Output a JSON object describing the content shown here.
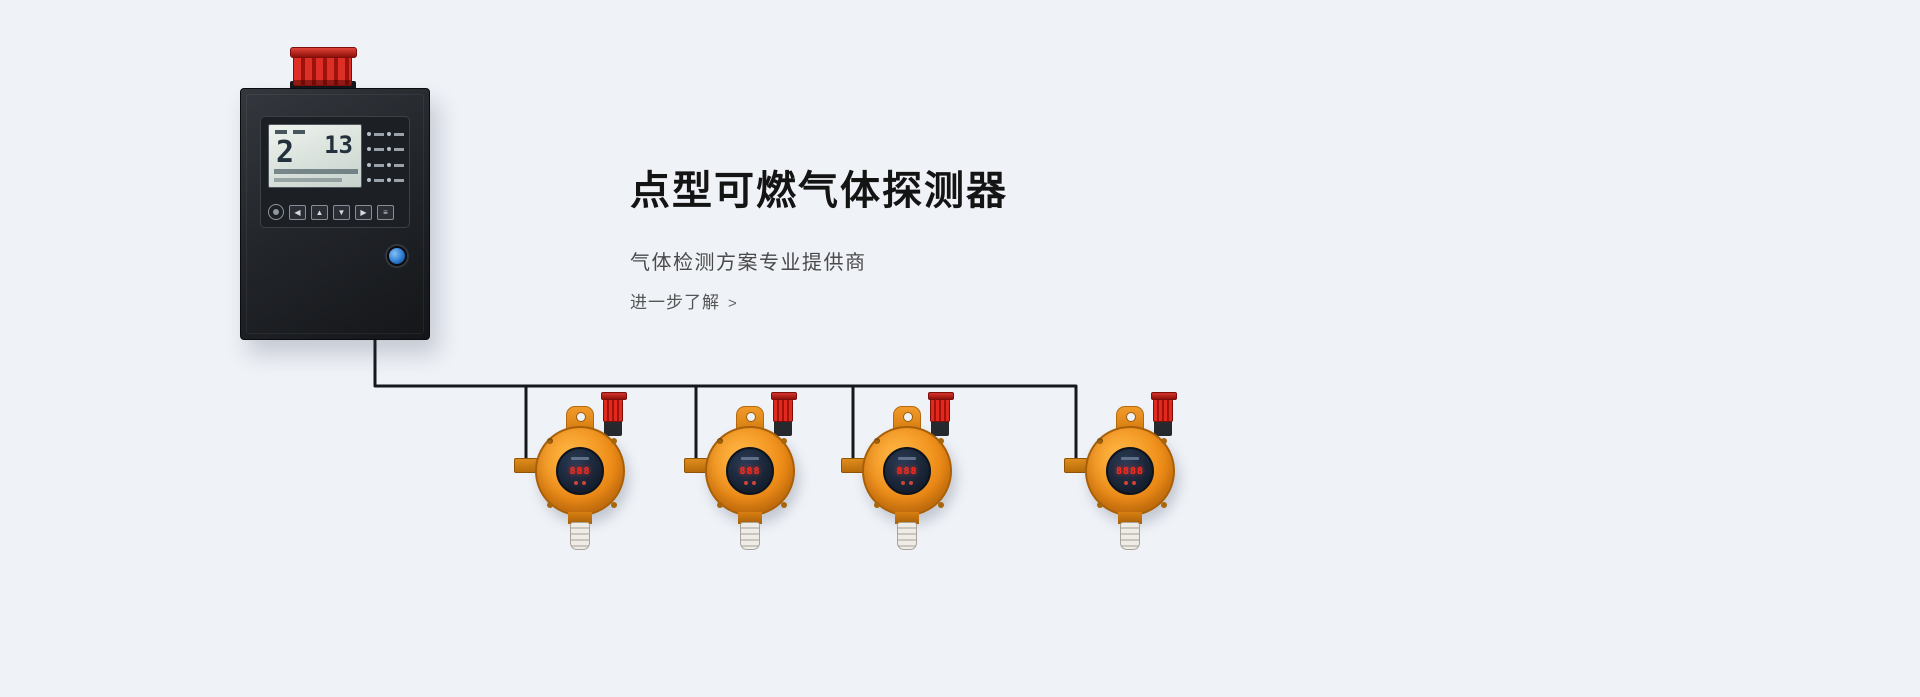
{
  "hero": {
    "title": "点型可燃气体探测器",
    "subtitle": "气体检测方案专业提供商",
    "link_label": "进一步了解",
    "link_chevron": ">"
  },
  "controller": {
    "label": "gas-alarm-control-cabinet",
    "lcd": {
      "zone_value": "2",
      "reading_value": "13"
    },
    "panel_buttons": [
      {
        "name": "prev",
        "glyph": "◀"
      },
      {
        "name": "up",
        "glyph": "▲"
      },
      {
        "name": "down",
        "glyph": "▼"
      },
      {
        "name": "next",
        "glyph": "▶"
      },
      {
        "name": "menu",
        "glyph": "≡"
      }
    ]
  },
  "detectors": [
    {
      "label": "detector-1",
      "display": "888"
    },
    {
      "label": "detector-2",
      "display": "888"
    },
    {
      "label": "detector-3",
      "display": "888"
    },
    {
      "label": "detector-4",
      "display": "8888"
    }
  ],
  "colors": {
    "background": "#eff2f7",
    "title_text": "#141414",
    "subtitle_text": "#4a4a4a",
    "link_text": "#555555",
    "detector_orange": "#ef8d18",
    "alarm_red": "#c8201a",
    "lock_blue": "#2f7fd8",
    "cable_black": "#15181c"
  }
}
